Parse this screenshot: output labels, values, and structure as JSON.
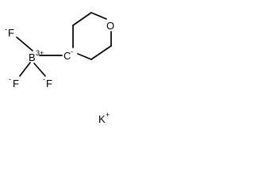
{
  "molecule": {
    "atoms": {
      "oxygen": {
        "symbol": "O"
      },
      "fluorine_top": {
        "symbol": "F",
        "charge": "-"
      },
      "boron": {
        "symbol": "B",
        "charge": "3+"
      },
      "carbanion": {
        "symbol": "C",
        "charge": "-"
      },
      "fluorine_bottom_left": {
        "symbol": "F",
        "charge": "-"
      },
      "fluorine_bottom_right": {
        "symbol": "F",
        "charge": "-"
      }
    },
    "counterion": {
      "symbol": "K",
      "charge": "+"
    }
  }
}
